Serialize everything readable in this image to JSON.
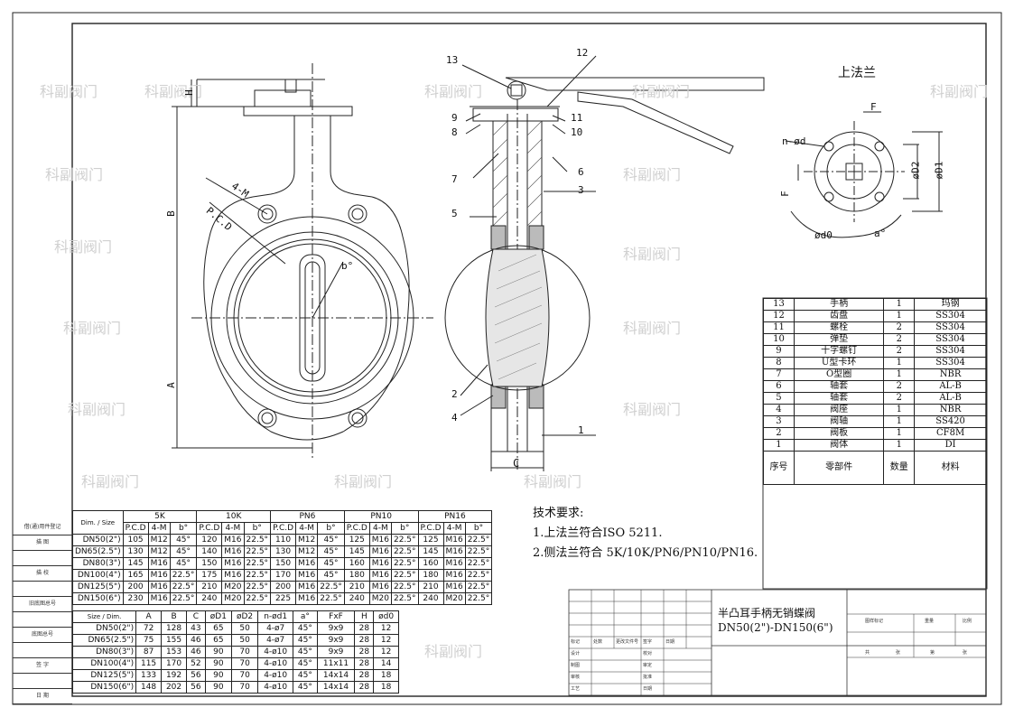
{
  "labels": {
    "upper_flange_title": "上法兰",
    "dim_H": "H",
    "dim_B": "B",
    "dim_A": "A",
    "dim_C": "C",
    "dim_F": "F",
    "dim_F2": "F",
    "dim_4M": "4-M",
    "dim_PCD": "P.C.D",
    "dim_b": "b°",
    "dim_nphid": "n-ød",
    "dim_phiD2": "øD2",
    "dim_phiD1": "øD1",
    "dim_phid0": "ød0",
    "dim_a": "a°",
    "balloons": [
      "13",
      "12",
      "11",
      "10",
      "9",
      "8",
      "7",
      "6",
      "5",
      "4",
      "3",
      "2",
      "1"
    ]
  },
  "watermark": "科副阀门",
  "notes": {
    "title": "技术要求:",
    "line1": "1.上法兰符合ISO 5211.",
    "line2": "2.侧法兰符合 5K/10K/PN6/PN10/PN16."
  },
  "bom": {
    "rows": [
      {
        "no": "13",
        "name": "手柄",
        "qty": "1",
        "material": "玛钢"
      },
      {
        "no": "12",
        "name": "齿盘",
        "qty": "1",
        "material": "SS304"
      },
      {
        "no": "11",
        "name": "螺栓",
        "qty": "2",
        "material": "SS304"
      },
      {
        "no": "10",
        "name": "弹垫",
        "qty": "2",
        "material": "SS304"
      },
      {
        "no": "9",
        "name": "十字螺钉",
        "qty": "2",
        "material": "SS304"
      },
      {
        "no": "8",
        "name": "U型卡环",
        "qty": "1",
        "material": "SS304"
      },
      {
        "no": "7",
        "name": "O型圈",
        "qty": "1",
        "material": "NBR"
      },
      {
        "no": "6",
        "name": "轴套",
        "qty": "2",
        "material": "AL-B"
      },
      {
        "no": "5",
        "name": "轴套",
        "qty": "2",
        "material": "AL-B"
      },
      {
        "no": "4",
        "name": "阀座",
        "qty": "1",
        "material": "NBR"
      },
      {
        "no": "3",
        "name": "阀轴",
        "qty": "1",
        "material": "SS420"
      },
      {
        "no": "2",
        "name": "阀板",
        "qty": "1",
        "material": "CF8M"
      },
      {
        "no": "1",
        "name": "阀体",
        "qty": "1",
        "material": "DI"
      }
    ],
    "header": {
      "no": "序号",
      "name": "零部件",
      "qty": "数量",
      "material": "材料"
    }
  },
  "flange_table": {
    "corner_top": "Dim.",
    "corner_bottom": "Size",
    "groups": [
      "5K",
      "10K",
      "PN6",
      "PN10",
      "PN16"
    ],
    "subheaders": [
      "P.C.D",
      "4-M",
      "b°"
    ],
    "rows": [
      {
        "size": "DN50(2\")",
        "v": [
          "105",
          "M12",
          "45°",
          "120",
          "M16",
          "22.5°",
          "110",
          "M12",
          "45°",
          "125",
          "M16",
          "22.5°",
          "125",
          "M16",
          "22.5°"
        ]
      },
      {
        "size": "DN65(2.5\")",
        "v": [
          "130",
          "M12",
          "45°",
          "140",
          "M16",
          "22.5°",
          "130",
          "M12",
          "45°",
          "145",
          "M16",
          "22.5°",
          "145",
          "M16",
          "22.5°"
        ]
      },
      {
        "size": "DN80(3\")",
        "v": [
          "145",
          "M16",
          "45°",
          "150",
          "M16",
          "22.5°",
          "150",
          "M16",
          "45°",
          "160",
          "M16",
          "22.5°",
          "160",
          "M16",
          "22.5°"
        ]
      },
      {
        "size": "DN100(4\")",
        "v": [
          "165",
          "M16",
          "22.5°",
          "175",
          "M16",
          "22.5°",
          "170",
          "M16",
          "45°",
          "180",
          "M16",
          "22.5°",
          "180",
          "M16",
          "22.5°"
        ]
      },
      {
        "size": "DN125(5\")",
        "v": [
          "200",
          "M16",
          "22.5°",
          "210",
          "M20",
          "22.5°",
          "200",
          "M16",
          "22.5°",
          "210",
          "M16",
          "22.5°",
          "210",
          "M16",
          "22.5°"
        ]
      },
      {
        "size": "DN150(6\")",
        "v": [
          "230",
          "M16",
          "22.5°",
          "240",
          "M20",
          "22.5°",
          "225",
          "M16",
          "22.5°",
          "240",
          "M20",
          "22.5°",
          "240",
          "M20",
          "22.5°"
        ]
      }
    ]
  },
  "dims_table": {
    "corner_top": "Dim.",
    "corner_bottom": "Size",
    "headers": [
      "A",
      "B",
      "C",
      "øD1",
      "øD2",
      "n-ød1",
      "a°",
      "FxF",
      "H",
      "ød0"
    ],
    "rows": [
      {
        "size": "DN50(2\")",
        "v": [
          "72",
          "128",
          "43",
          "65",
          "50",
          "4-ø7",
          "45°",
          "9x9",
          "28",
          "12"
        ]
      },
      {
        "size": "DN65(2.5\")",
        "v": [
          "75",
          "155",
          "46",
          "65",
          "50",
          "4-ø7",
          "45°",
          "9x9",
          "28",
          "12"
        ]
      },
      {
        "size": "DN80(3\")",
        "v": [
          "87",
          "153",
          "46",
          "90",
          "70",
          "4-ø10",
          "45°",
          "9x9",
          "28",
          "12"
        ]
      },
      {
        "size": "DN100(4\")",
        "v": [
          "115",
          "170",
          "52",
          "90",
          "70",
          "4-ø10",
          "45°",
          "11x11",
          "28",
          "14"
        ]
      },
      {
        "size": "DN125(5\")",
        "v": [
          "133",
          "192",
          "56",
          "90",
          "70",
          "4-ø10",
          "45°",
          "14x14",
          "28",
          "18"
        ]
      },
      {
        "size": "DN150(6\")",
        "v": [
          "148",
          "202",
          "56",
          "90",
          "70",
          "4-ø10",
          "45°",
          "14x14",
          "28",
          "18"
        ]
      }
    ]
  },
  "side_strip": [
    "借(通)用件登记",
    "描  图",
    "",
    "描  校",
    "",
    "旧底图总号",
    "",
    "底图总号",
    "",
    "签  字",
    "",
    "日  期"
  ],
  "title_block": {
    "product_name": "半凸耳手柄无销蝶阀",
    "size_range": "DN50(2\")-DN150(6\")",
    "tiny_labels": [
      "标记",
      "处数",
      "更改文件号",
      "签字",
      "日期",
      "设计",
      "校对",
      "制图",
      "审定",
      "审核",
      "批准",
      "工艺",
      "日期",
      "图样标记",
      "重量",
      "比例",
      "共",
      "张",
      "第",
      "张"
    ]
  }
}
